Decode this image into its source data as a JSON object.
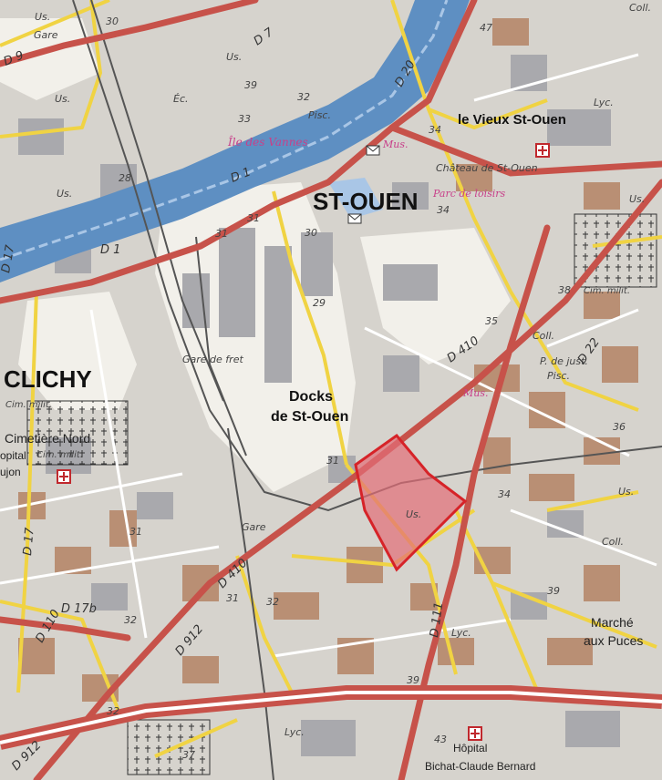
{
  "map": {
    "colors": {
      "background": "#e9e6e0",
      "urban_light": "#d6d3cd",
      "building_grey": "#a9a9ad",
      "building_brown": "#b98f74",
      "water": "#5e8fc2",
      "water_light": "#a9c6e6",
      "road_main": "#c7524a",
      "road_yellow": "#f0d343",
      "road_white": "#ffffff",
      "rail": "#555555",
      "zone_fill": "#e36e78",
      "zone_stroke": "#d62328"
    },
    "icons": [
      "hospital-icon",
      "post-office-icon",
      "cemetery-icon"
    ],
    "places": {
      "st_ouen": "ST-OUEN",
      "clichy": "CLICHY",
      "vieux_st_ouen": "le Vieux St-Ouen",
      "docks_line1": "Docks",
      "docks_line2": "de St-Ouen",
      "marche_line1": "Marché",
      "marche_line2": "aux Puces",
      "ile_des_vannes": "Île des Vannes",
      "chateau": "Château de St-Ouen",
      "parc": "Parc de loisirs",
      "cimetiere_nord": "Cimetière Nord",
      "gare_de_fret": "Gare de fret",
      "gare_top": "Gare",
      "gare_mid": "Gare",
      "hopital_right": "Hôpital",
      "bichat": "Bichat-Claude Bernard",
      "hopital_left_line1": "opital",
      "hopital_left_line2": "ujon"
    },
    "roads": {
      "d1_a": "D 1",
      "d1_b": "D 1",
      "d7": "D 7",
      "d9": "D 9",
      "d17": "D 17",
      "d17_left": "D 17",
      "d17b": "D 17b",
      "d20": "D 20",
      "d22": "D 22",
      "d110": "D 110",
      "d111": "D 111",
      "d410_a": "D 410",
      "d410_b": "D 410",
      "d912_a": "D 912",
      "d912_b": "D 912"
    },
    "labels": {
      "us_1": "Us.",
      "us_2": "Us.",
      "us_3": "Us.",
      "us_4": "Us.",
      "us_5": "Us.",
      "us_6": "Us.",
      "us_zone": "Us.",
      "ec": "Éc.",
      "pisc_1": "Pisc.",
      "pisc_2": "Pisc.",
      "lyc_1": "Lyc.",
      "lyc_2": "Lyc.",
      "lyc_3": "Lyc.",
      "coll_1": "Coll.",
      "coll_2": "Coll.",
      "coll_3": "Coll.",
      "mus_1": "Mus.",
      "mus_2": "Mus.",
      "p_de_just": "P. de just.",
      "cim_milit_1": "Cim. milit.",
      "cim_milit_2": "Cim. milit.",
      "cim_milit_3": "Cim. milit."
    },
    "elevations": {
      "e30": "30",
      "e39a": "39",
      "e32a": "32",
      "e33": "33",
      "e28": "28",
      "e31a": "31",
      "e31b": "31",
      "e30b": "30",
      "e29": "29",
      "e34a": "34",
      "e34b": "34",
      "e35": "35",
      "e38": "38",
      "e36": "36",
      "e31c": "31",
      "e34c": "34",
      "e39b": "39",
      "e31d": "31",
      "e32b": "32",
      "e32c": "32",
      "e31e": "31",
      "e39c": "39",
      "e32d": "32",
      "e43": "43",
      "e37": "37",
      "e47": "47"
    }
  }
}
